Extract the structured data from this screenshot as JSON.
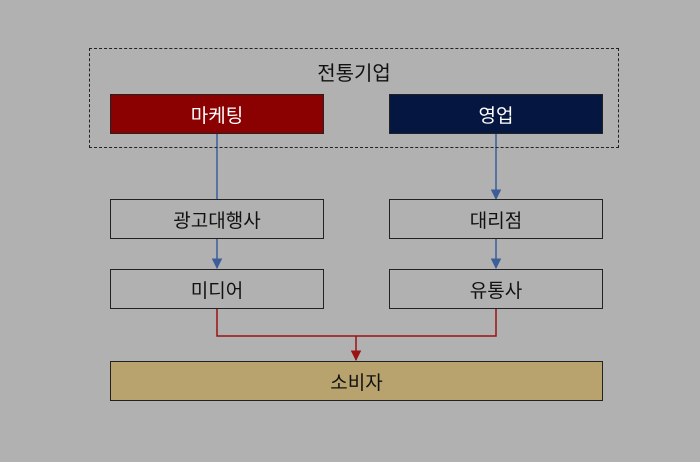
{
  "colors": {
    "background": "#b1b1b1",
    "marketing_fill": "#8b0000",
    "sales_fill": "#051640",
    "consumer_fill": "#b8a36e",
    "blue_connector": "#3b5e9a",
    "red_connector": "#9b1212"
  },
  "diagram": {
    "group_title": "전통기업",
    "nodes": {
      "marketing": "마케팅",
      "sales": "영업",
      "ad_agency": "광고대행사",
      "dealer": "대리점",
      "media": "미디어",
      "distributor": "유통사",
      "consumer": "소비자"
    }
  }
}
